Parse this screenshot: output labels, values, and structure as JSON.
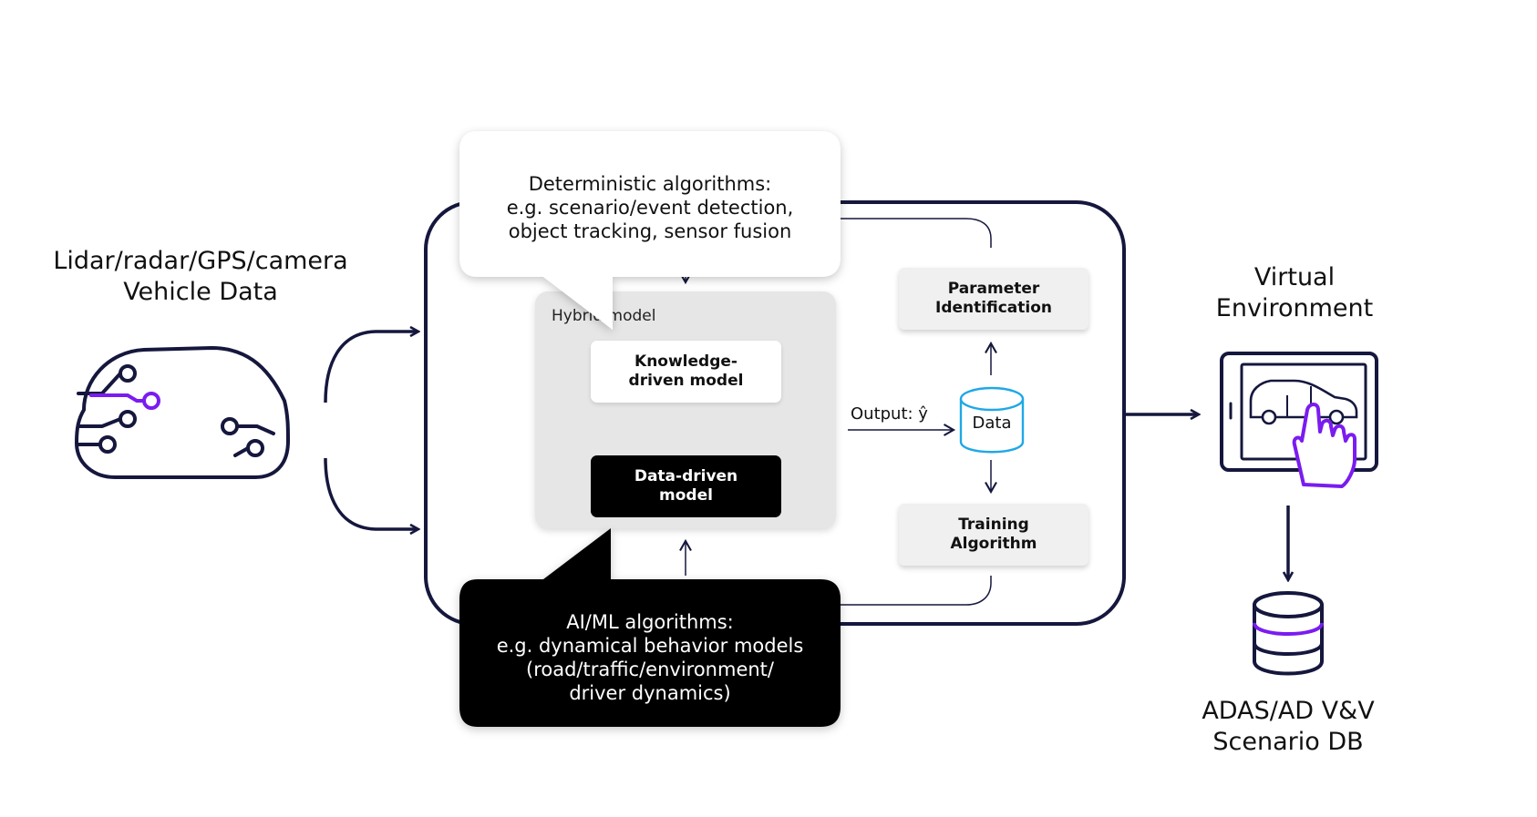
{
  "inputs": {
    "label_line1": "Lidar/radar/GPS/camera",
    "label_line2": "Vehicle Data"
  },
  "hybrid_model": {
    "label": "Hybrid model",
    "knowledge_line1": "Knowledge-",
    "knowledge_line2": "driven model",
    "data_line1": "Data-driven",
    "data_line2": "model"
  },
  "output_label": "Output: ŷ",
  "data_store_label": "Data",
  "parameter_id": {
    "line1": "Parameter",
    "line2": "Identification"
  },
  "training": {
    "line1": "Training",
    "line2": "Algorithm"
  },
  "bubble_top": {
    "line1": "Deterministic algorithms:",
    "line2": "e.g. scenario/event detection,",
    "line3": "object tracking, sensor fusion"
  },
  "bubble_bottom": {
    "line1": "AI/ML algorithms:",
    "line2": "e.g. dynamical behavior models",
    "line3": "(road/traffic/environment/",
    "line4": "driver dynamics)"
  },
  "virtual_env": {
    "line1": "Virtual",
    "line2": "Environment"
  },
  "scenario_db": {
    "line1": "ADAS/AD V&V",
    "line2": "Scenario DB"
  },
  "colors": {
    "navy": "#15173d",
    "accent_purple": "#7a1cf0",
    "cyan": "#1fa8e6",
    "black": "#000000",
    "light_grey": "#f0f0f0"
  },
  "icons": [
    "car-circuit-icon",
    "database-icon",
    "tablet-touch-icon",
    "database-stack-icon"
  ]
}
